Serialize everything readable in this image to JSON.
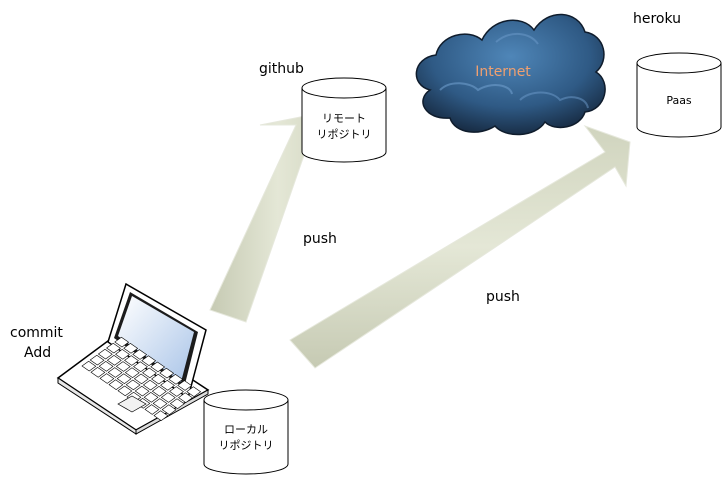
{
  "labels": {
    "github": "github",
    "heroku": "heroku",
    "push_github": "push",
    "push_heroku": "push",
    "commit": "commit",
    "add": "Add"
  },
  "cylinders": {
    "remote": {
      "line1": "リモート",
      "line2": "リポジトリ"
    },
    "paas": {
      "line1": "Paas"
    },
    "local": {
      "line1": "ローカル",
      "line2": "リポジトリ"
    }
  },
  "cloud": {
    "label": "Internet",
    "label_color": "#f0a070"
  },
  "icons": {
    "laptop": "laptop-icon",
    "cloud": "cloud-icon",
    "remote_repo": "database-cylinder-icon",
    "paas": "database-cylinder-icon",
    "local_repo": "database-cylinder-icon"
  },
  "colors": {
    "arrow_fill": "#d8dcc8",
    "cloud_dark": "#1f3550",
    "cloud_light": "#3c6e9c"
  }
}
